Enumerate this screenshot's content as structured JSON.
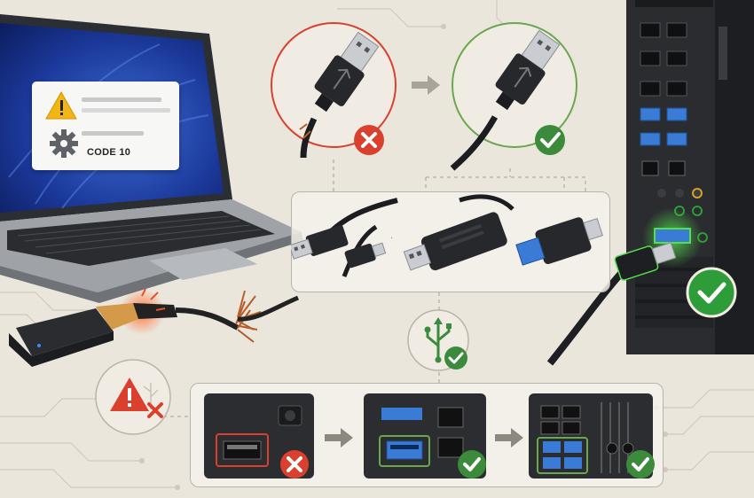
{
  "error_dialog": {
    "code_text": "CODE 10",
    "warning_icon": "warning-triangle-icon",
    "settings_icon": "gear-icon"
  },
  "steps": [
    {
      "name": "damaged-cable",
      "status": "error",
      "status_icon": "x-mark-icon"
    },
    {
      "name": "new-cable",
      "status": "ok",
      "status_icon": "check-mark-icon"
    }
  ],
  "adapters": [
    "usb-to-mini-usb-cable",
    "usb-flash-drive",
    "usb-3-adapter"
  ],
  "port_steps": [
    {
      "name": "front-port",
      "status": "error"
    },
    {
      "name": "blue-usb3-port",
      "status": "ok"
    },
    {
      "name": "rear-port-cluster",
      "status": "ok"
    }
  ],
  "colors": {
    "error": "#d9412e",
    "ok": "#3c8a3c",
    "ok_bright": "#2f9c3a",
    "panel_bg": "#ebe6dc",
    "usb_blue": "#3a7bd5",
    "tower_glow": "#53e04a"
  }
}
